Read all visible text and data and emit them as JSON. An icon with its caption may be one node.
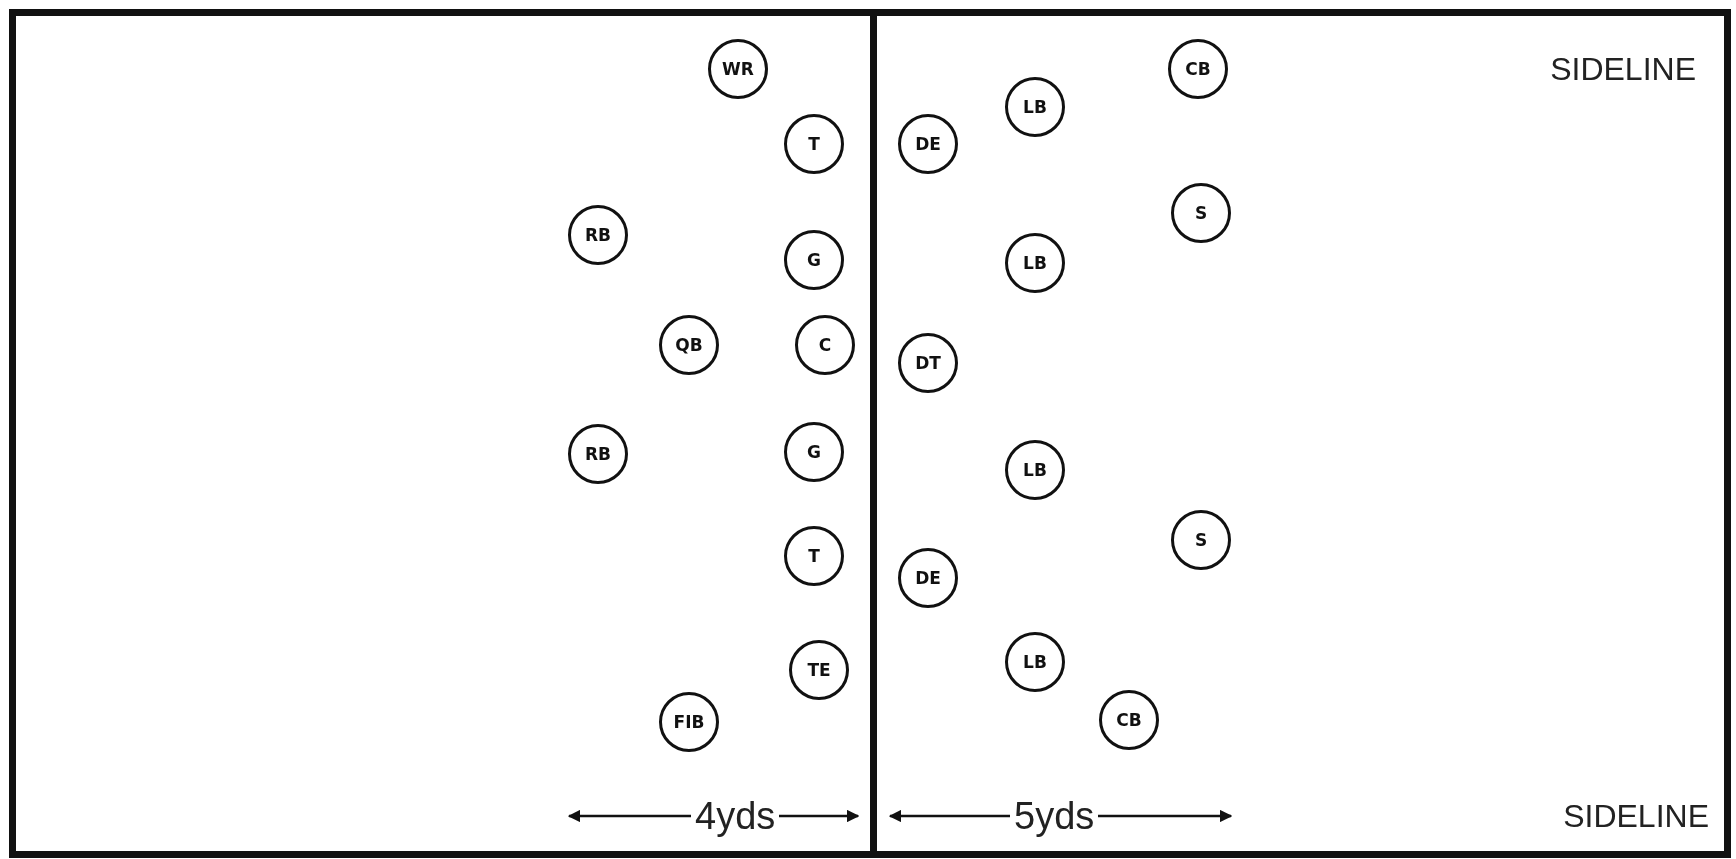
{
  "diagram": {
    "nodes": [
      {
        "text": [
          "WR"
        ]
      },
      {
        "text": [
          "T"
        ]
      },
      {
        "text": [
          "RB"
        ]
      },
      {
        "text": [
          "G"
        ]
      },
      {
        "text": [
          "QB"
        ]
      },
      {
        "text": [
          "C"
        ]
      },
      {
        "text": [
          "RB"
        ]
      },
      {
        "text": [
          "G"
        ]
      },
      {
        "text": [
          "T"
        ]
      },
      {
        "text": [
          "TE"
        ]
      },
      {
        "text": [
          "FIB"
        ]
      },
      {
        "text": [
          "CB"
        ]
      },
      {
        "text": [
          "LB"
        ]
      },
      {
        "text": [
          "DE"
        ]
      },
      {
        "text": [
          "S"
        ]
      },
      {
        "text": [
          "LB"
        ]
      },
      {
        "text": [
          "DT"
        ]
      },
      {
        "text": [
          "LB"
        ]
      },
      {
        "text": [
          "S"
        ]
      },
      {
        "text": [
          "DE"
        ]
      },
      {
        "text": [
          "LB"
        ]
      },
      {
        "text": [
          "CB"
        ]
      }
    ],
    "labels": [
      "SIDELINE",
      "SIDELINE",
      "4yds",
      "5yds"
    ]
  }
}
